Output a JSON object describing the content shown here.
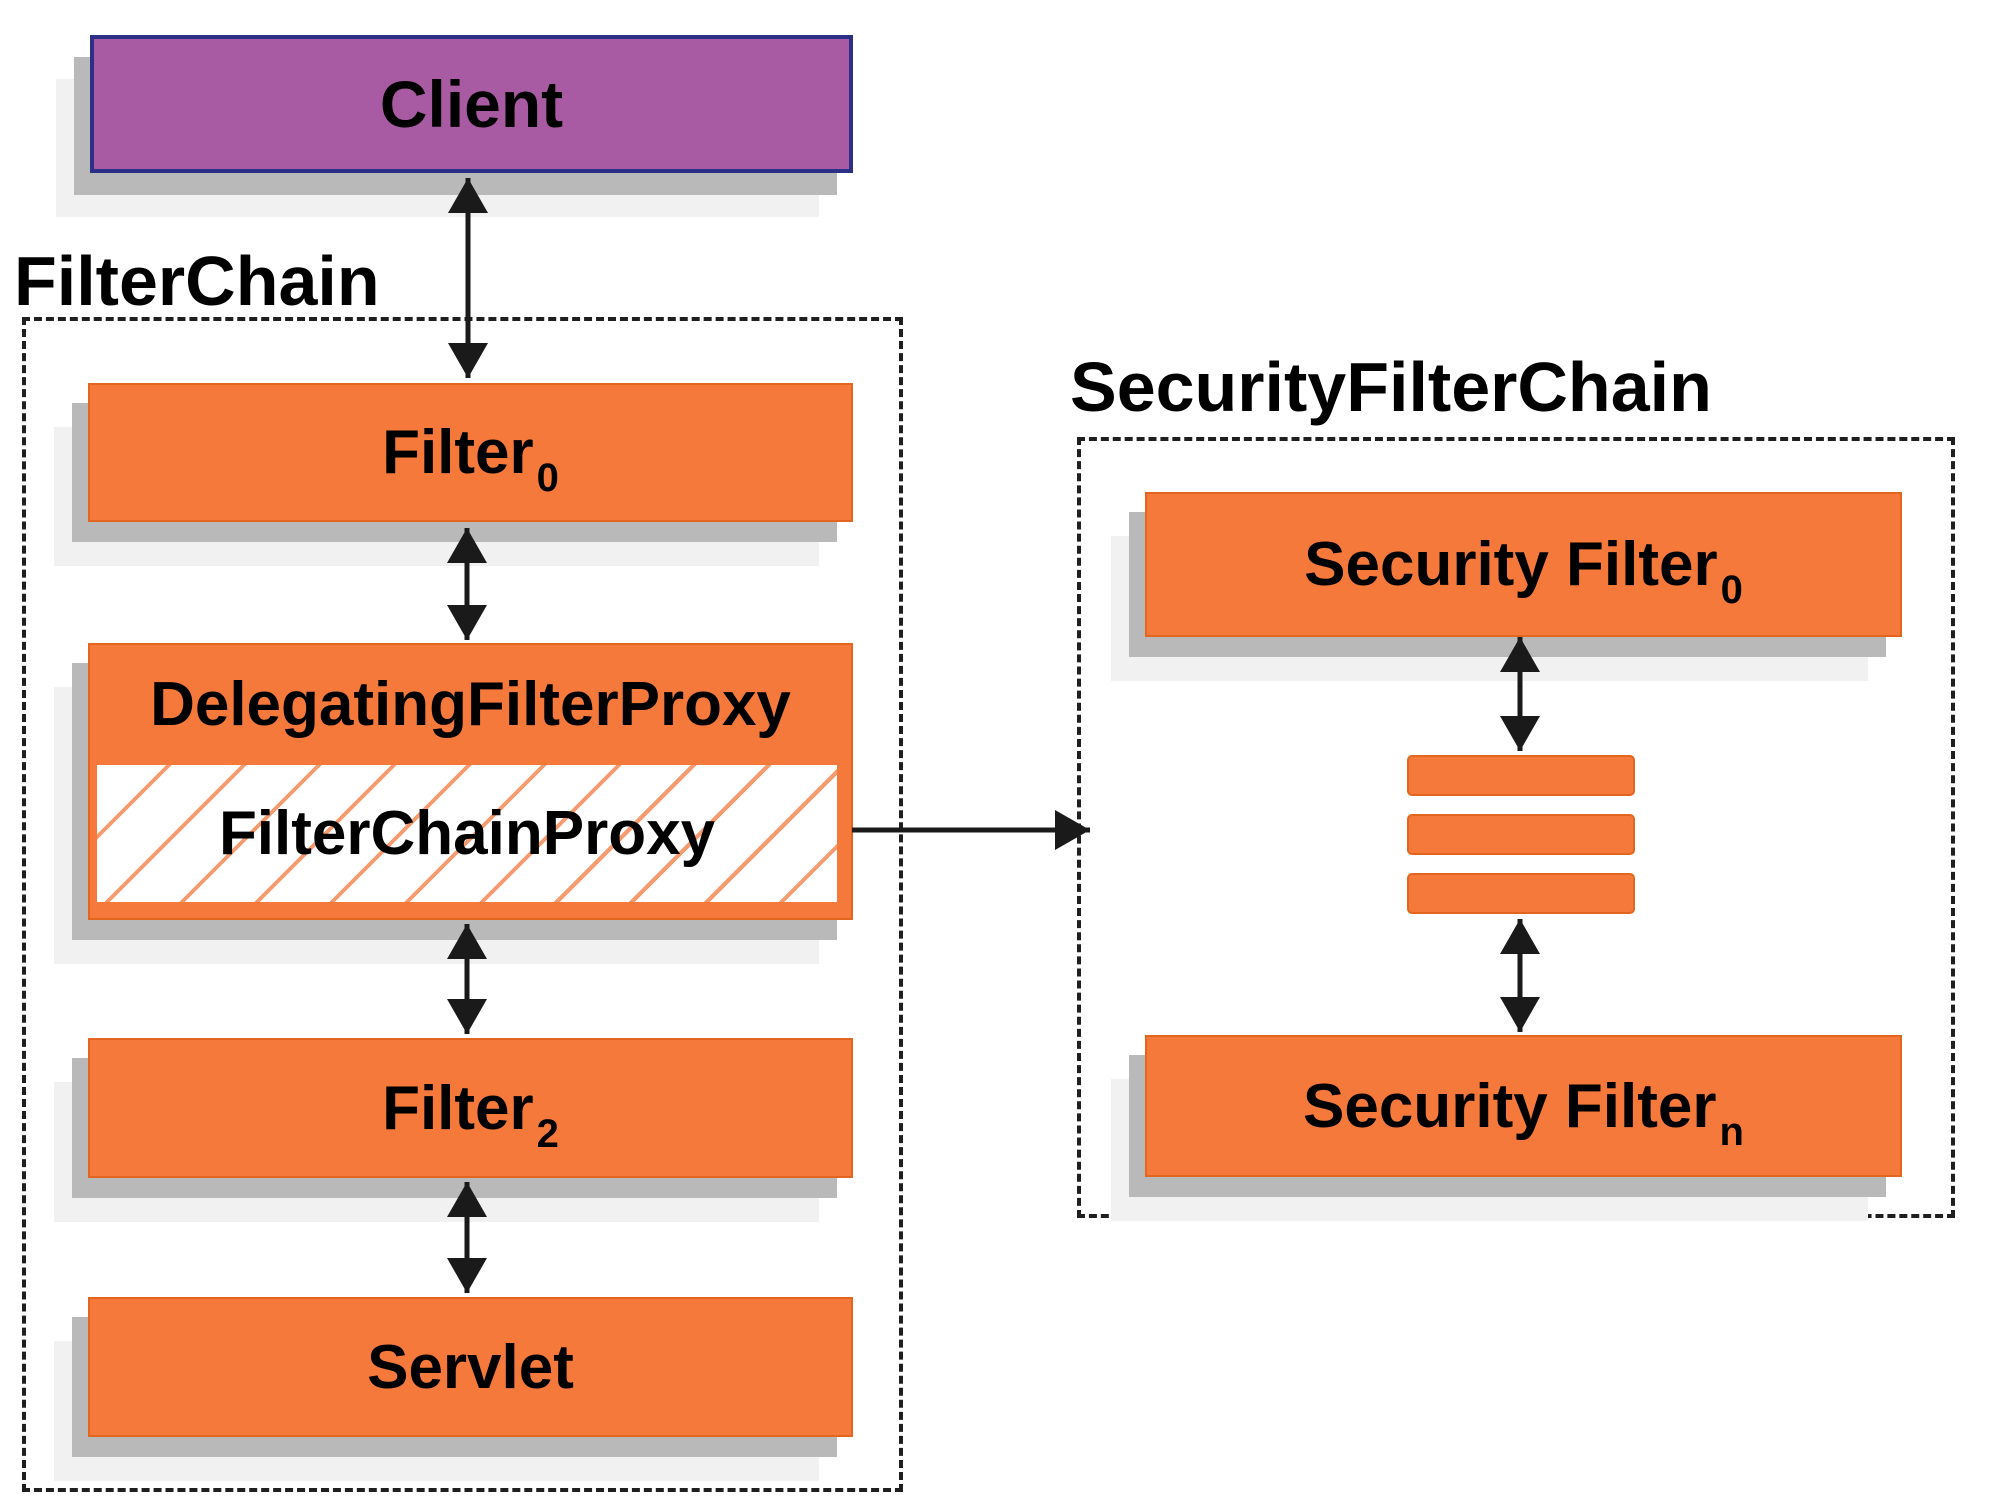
{
  "client": {
    "label": "Client"
  },
  "filter_chain": {
    "title": "FilterChain",
    "filter0": {
      "base": "Filter",
      "sub": "0"
    },
    "delegating_filter_proxy": {
      "label": "DelegatingFilterProxy"
    },
    "filter_chain_proxy": {
      "label": "FilterChainProxy"
    },
    "filter2": {
      "base": "Filter",
      "sub": "2"
    },
    "servlet": {
      "label": "Servlet"
    }
  },
  "security_filter_chain": {
    "title": "SecurityFilterChain",
    "security_filter0": {
      "base": "Security Filter",
      "sub": "0"
    },
    "security_filtern": {
      "base": "Security Filter",
      "sub": "n"
    },
    "ellipsis_bar_count": 3
  },
  "colors": {
    "box_orange": "#f5793b",
    "box_orange_border": "#e2661f",
    "client_purple": "#a85ba2",
    "client_border_navy": "#2b2f86",
    "shadow_gray": "#b9b9b9",
    "shadow_light_gray": "#f1f1f1",
    "dashed_border": "#1f1f1f",
    "arrow_black": "#1a1a1a",
    "hatch_orange": "#f37033",
    "text_black": "#000000",
    "background": "#ffffff"
  }
}
